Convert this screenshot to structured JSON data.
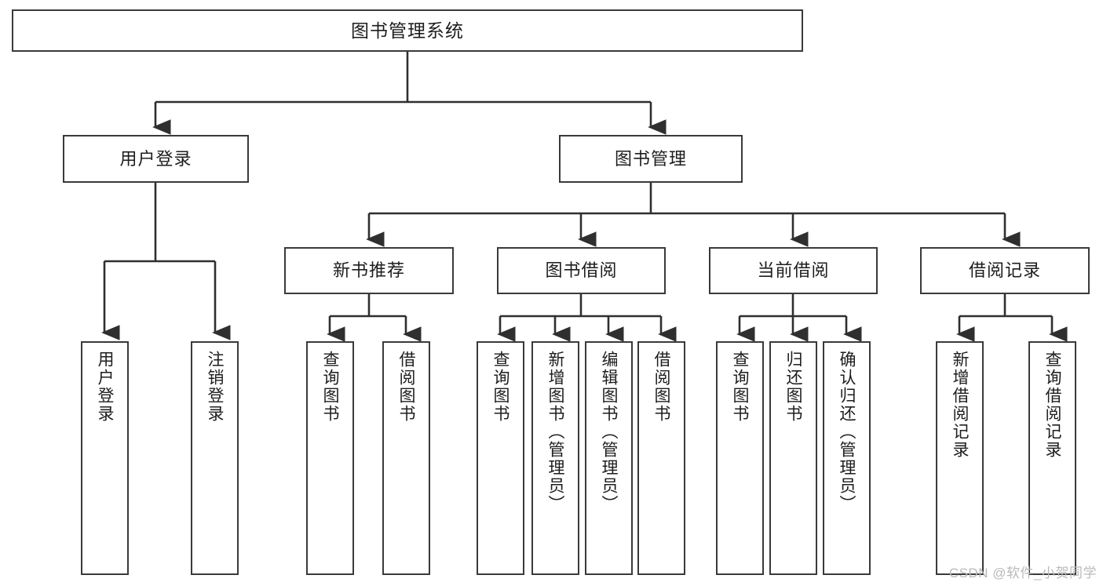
{
  "diagram": {
    "type": "tree",
    "title": "图书管理系统",
    "root": {
      "label": "图书管理系统"
    },
    "level1": [
      {
        "label": "用户登录"
      },
      {
        "label": "图书管理"
      }
    ],
    "level2": [
      {
        "label": "新书推荐"
      },
      {
        "label": "图书借阅"
      },
      {
        "label": "当前借阅"
      },
      {
        "label": "借阅记录"
      }
    ],
    "leaves": {
      "user_login": [
        {
          "label": "用户登录"
        },
        {
          "label": "注销登录"
        }
      ],
      "new_book_recommend": [
        {
          "label": "查询图书"
        },
        {
          "label": "借阅图书"
        }
      ],
      "book_borrow": [
        {
          "label": "查询图书"
        },
        {
          "label": "新增图书（管理员）"
        },
        {
          "label": "编辑图书（管理员）"
        },
        {
          "label": "借阅图书"
        }
      ],
      "current_borrow": [
        {
          "label": "查询图书"
        },
        {
          "label": "归还图书"
        },
        {
          "label": "确认归还（管理员）"
        }
      ],
      "borrow_record": [
        {
          "label": "新增借阅记录"
        },
        {
          "label": "查询借阅记录"
        }
      ]
    }
  },
  "watermark": {
    "text": "CSDN @软件_小贺同学"
  },
  "colors": {
    "box_border": "#3a3a3a",
    "box_fill": "#ffffff",
    "line": "#2f2f2f",
    "text": "#1d1d1d",
    "watermark": "#b9b9b9"
  }
}
